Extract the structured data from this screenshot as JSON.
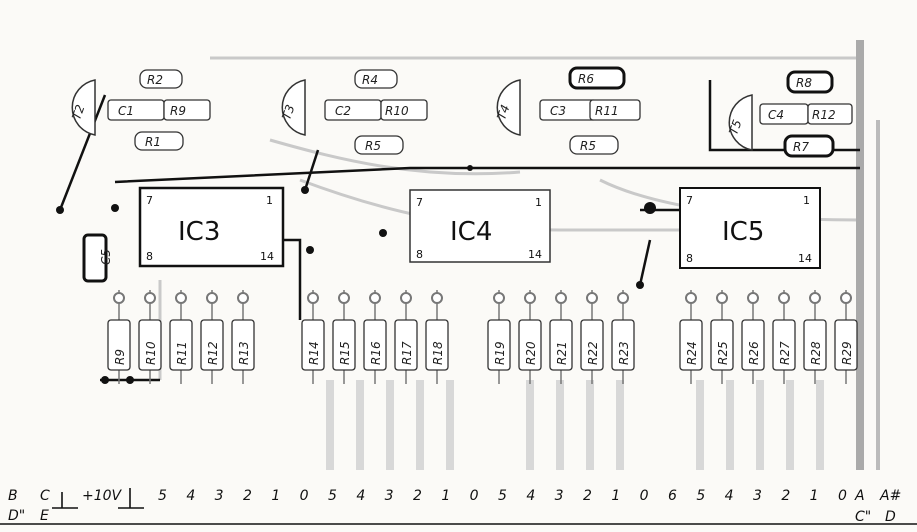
{
  "title": "",
  "transistors": [
    {
      "label": "T2"
    },
    {
      "label": "T3"
    },
    {
      "label": "T4"
    },
    {
      "label": "T5"
    }
  ],
  "components_top": [
    {
      "label": "R2"
    },
    {
      "label": "C1"
    },
    {
      "label": "R9"
    },
    {
      "label": "R1"
    },
    {
      "label": "R4"
    },
    {
      "label": "C2"
    },
    {
      "label": "R10"
    },
    {
      "label": "R5"
    },
    {
      "label": "R6"
    },
    {
      "label": "C3"
    },
    {
      "label": "R11"
    },
    {
      "label": "R5"
    },
    {
      "label": "R8"
    },
    {
      "label": "C4"
    },
    {
      "label": "R12"
    },
    {
      "label": "R7"
    }
  ],
  "ics": [
    {
      "label": "IC3",
      "pin_tl": "7",
      "pin_tr": "1",
      "pin_bl": "8",
      "pin_br": "14"
    },
    {
      "label": "IC4",
      "pin_tl": "7",
      "pin_tr": "1",
      "pin_bl": "8",
      "pin_br": "14"
    },
    {
      "label": "IC5",
      "pin_tl": "7",
      "pin_tr": "1",
      "pin_bl": "8",
      "pin_br": "14"
    }
  ],
  "c5_label": "C5",
  "resistors_group1": [
    "R9",
    "R10",
    "R11",
    "R12",
    "R13"
  ],
  "resistors_group2": [
    "R14",
    "R15",
    "R16",
    "R17",
    "R18"
  ],
  "resistors_group3": [
    "R19",
    "R20",
    "R21",
    "R22",
    "R23"
  ],
  "resistors_group4": [
    "R24",
    "R25",
    "R26",
    "R27",
    "R28",
    "R29"
  ],
  "bottom_labels": {
    "b": "B",
    "c": "C",
    "d": "D\"",
    "e": "E",
    "v10": "+10V",
    "numbers": [
      "5",
      "4",
      "3",
      "2",
      "1",
      "0",
      "5",
      "4",
      "3",
      "2",
      "1",
      "0",
      "5",
      "4",
      "3",
      "2",
      "1",
      "0",
      "6",
      "5",
      "4",
      "3",
      "2",
      "1",
      "0"
    ],
    "a": "A",
    "a_hash": "A#",
    "c_dq": "C\"",
    "d_end": "D"
  }
}
